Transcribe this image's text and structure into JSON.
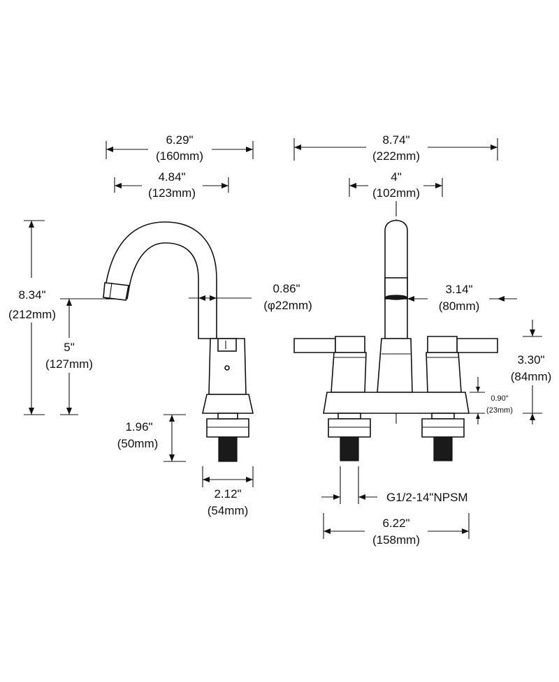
{
  "colors": {
    "line": "#111111",
    "background": "#ffffff",
    "shank": "#1a1a1a"
  },
  "side_view": {
    "overall_width": {
      "inch": "6.29\"",
      "mm": "(160mm)"
    },
    "spout_reach": {
      "inch": "4.84\"",
      "mm": "(123mm)"
    },
    "overall_height": {
      "inch": "8.34\"",
      "mm": "(212mm)"
    },
    "spout_height": {
      "inch": "5\"",
      "mm": "(127mm)"
    },
    "spout_diameter": {
      "inch": "0.86\"",
      "mm": "(φ22mm)"
    },
    "shank_length": {
      "inch": "1.96\"",
      "mm": "(50mm)"
    },
    "base_width": {
      "inch": "2.12\"",
      "mm": "(54mm)"
    }
  },
  "front_view": {
    "overall_width": {
      "inch": "8.74\"",
      "mm": "(222mm)"
    },
    "center_spread": {
      "inch": "4\"",
      "mm": "(102mm)"
    },
    "base_height": {
      "inch": "0.90\"",
      "mm": "(23mm)"
    },
    "handle_height": {
      "inch": "3.30\"",
      "mm": "(84mm)"
    },
    "spout_height_from_handle": {
      "inch": "3.14\"",
      "mm": "(80mm)"
    },
    "thread_spec": "G1/2-14\"NPSM",
    "base_length": {
      "inch": "6.22\"",
      "mm": "(158mm)"
    }
  }
}
